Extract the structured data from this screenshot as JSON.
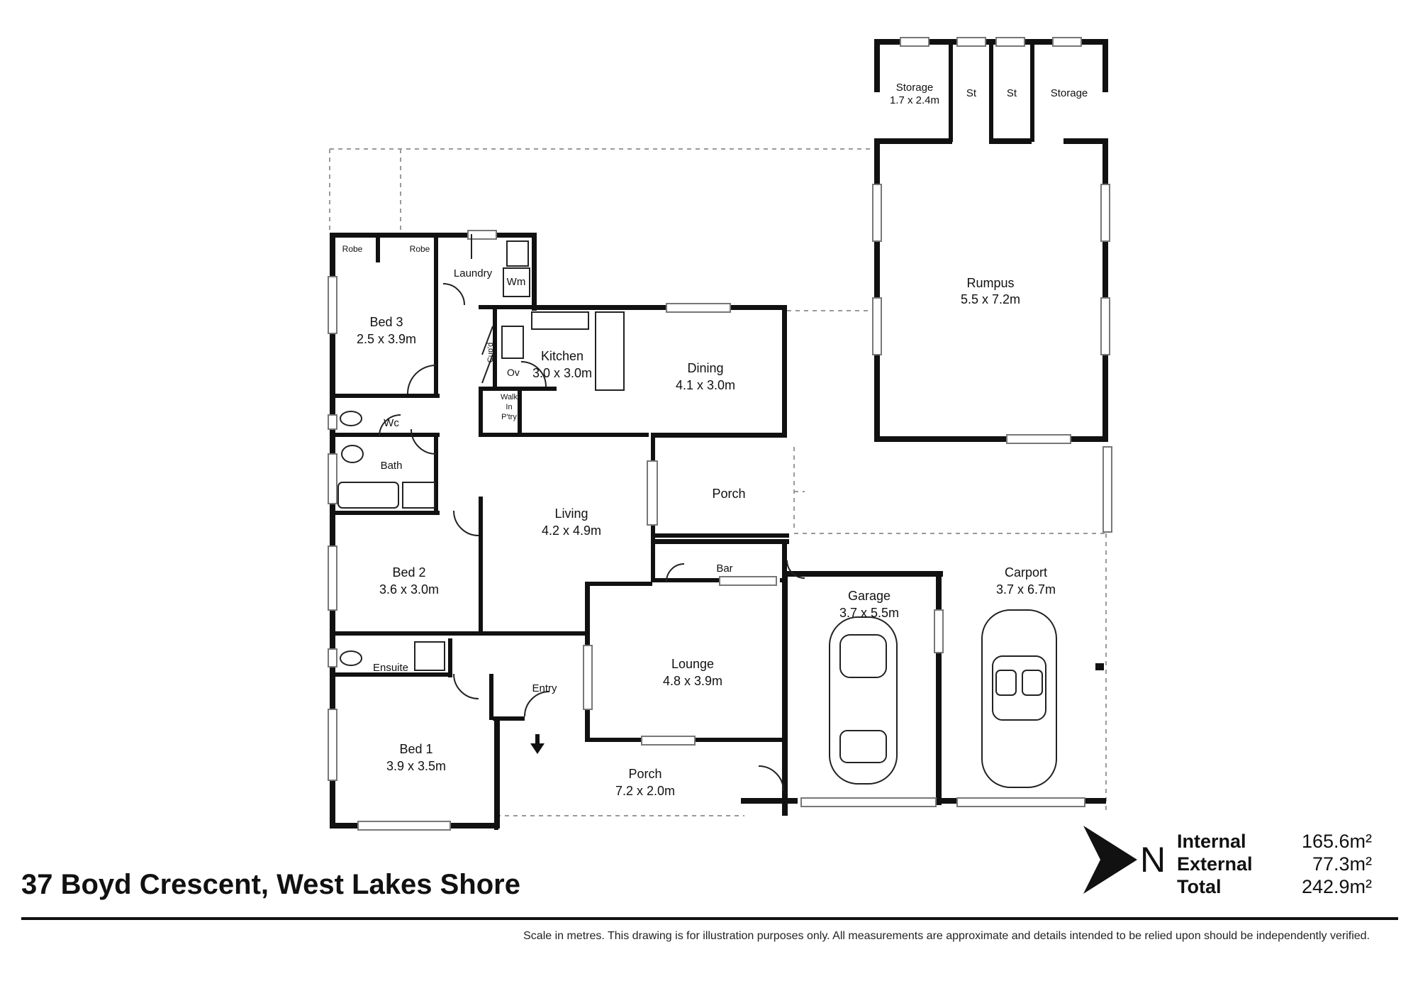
{
  "property": {
    "address": "37 Boyd Crescent, West Lakes Shore",
    "disclaimer": "Scale in metres. This drawing is for illustration purposes only. All measurements are approximate and details intended to be relied upon should be independently verified."
  },
  "compass": {
    "letter": "N",
    "icon": "north-arrow-icon"
  },
  "areas": [
    {
      "label": "Internal",
      "value": "165.6m²"
    },
    {
      "label": "External",
      "value": "77.3m²"
    },
    {
      "label": "Total",
      "value": "242.9m²"
    }
  ],
  "rooms": {
    "storage_left": {
      "name": "Storage",
      "size": "1.7 x 2.4m"
    },
    "st_1": {
      "name": "St"
    },
    "st_2": {
      "name": "St"
    },
    "storage_right": {
      "name": "Storage"
    },
    "rumpus": {
      "name": "Rumpus",
      "size": "5.5 x 7.2m"
    },
    "robe_1": {
      "name": "Robe"
    },
    "robe_2": {
      "name": "Robe"
    },
    "laundry": {
      "name": "Laundry"
    },
    "wm": {
      "name": "Wm"
    },
    "bed3": {
      "name": "Bed 3",
      "size": "2.5 x 3.9m"
    },
    "cupd": {
      "name": "Cup'd"
    },
    "kitchen": {
      "name": "Kitchen",
      "size": "3.0 x 3.0m"
    },
    "ov": {
      "name": "Ov"
    },
    "pantry": {
      "line1": "Walk",
      "line2": "In",
      "line3": "P'try"
    },
    "dining": {
      "name": "Dining",
      "size": "4.1 x 3.0m"
    },
    "wc": {
      "name": "Wc"
    },
    "bath": {
      "name": "Bath"
    },
    "living": {
      "name": "Living",
      "size": "4.2 x 4.9m"
    },
    "porch_side": {
      "name": "Porch"
    },
    "bar": {
      "name": "Bar"
    },
    "bed2": {
      "name": "Bed 2",
      "size": "3.6 x 3.0m"
    },
    "garage": {
      "name": "Garage",
      "size": "3.7 x 5.5m"
    },
    "carport": {
      "name": "Carport",
      "size": "3.7 x 6.7m"
    },
    "ensuite": {
      "name": "Ensuite"
    },
    "lounge": {
      "name": "Lounge",
      "size": "4.8 x 3.9m"
    },
    "entry": {
      "name": "Entry"
    },
    "bed1": {
      "name": "Bed 1",
      "size": "3.9 x 3.5m"
    },
    "porch_front": {
      "name": "Porch",
      "size": "7.2 x 2.0m"
    }
  }
}
